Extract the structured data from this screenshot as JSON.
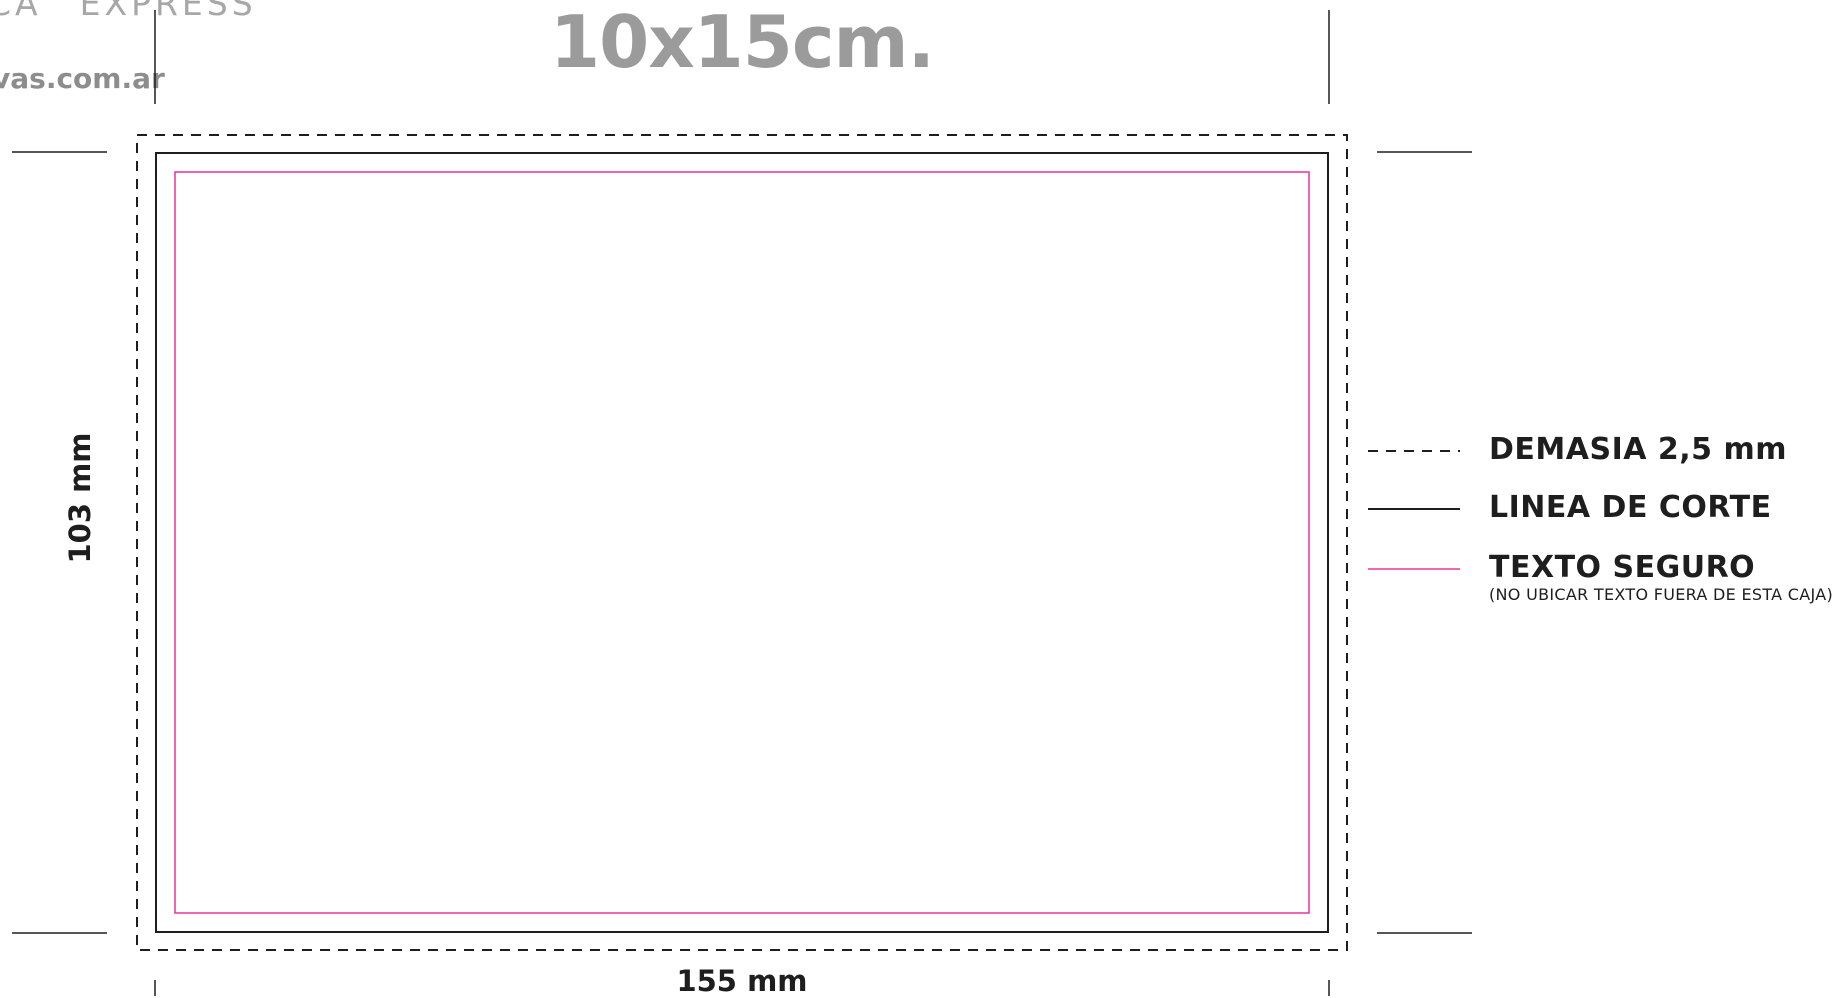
{
  "header": {
    "brand_left": "CA",
    "brand_right": "EXPRESS",
    "website": "vas.com.ar",
    "size_title": "10x15cm."
  },
  "dimensions": {
    "height_label": "103 mm",
    "width_label": "155 mm"
  },
  "legend": {
    "items": [
      {
        "label": "DEMASIA 2,5 mm",
        "line_style": "dashed",
        "color": "#1e1e1e"
      },
      {
        "label": "LINEA DE CORTE",
        "line_style": "solid",
        "color": "#1e1e1e"
      },
      {
        "label": "TEXTO SEGURO",
        "line_style": "solid",
        "color": "#e8339a"
      }
    ],
    "note": "(NO UBICAR TEXTO FUERA DE ESTA CAJA)"
  },
  "colors": {
    "bleed": "#1e1e1e",
    "cut": "#1e1e1e",
    "safe": "#e8339a",
    "title_gray": "#9b9b9b"
  }
}
